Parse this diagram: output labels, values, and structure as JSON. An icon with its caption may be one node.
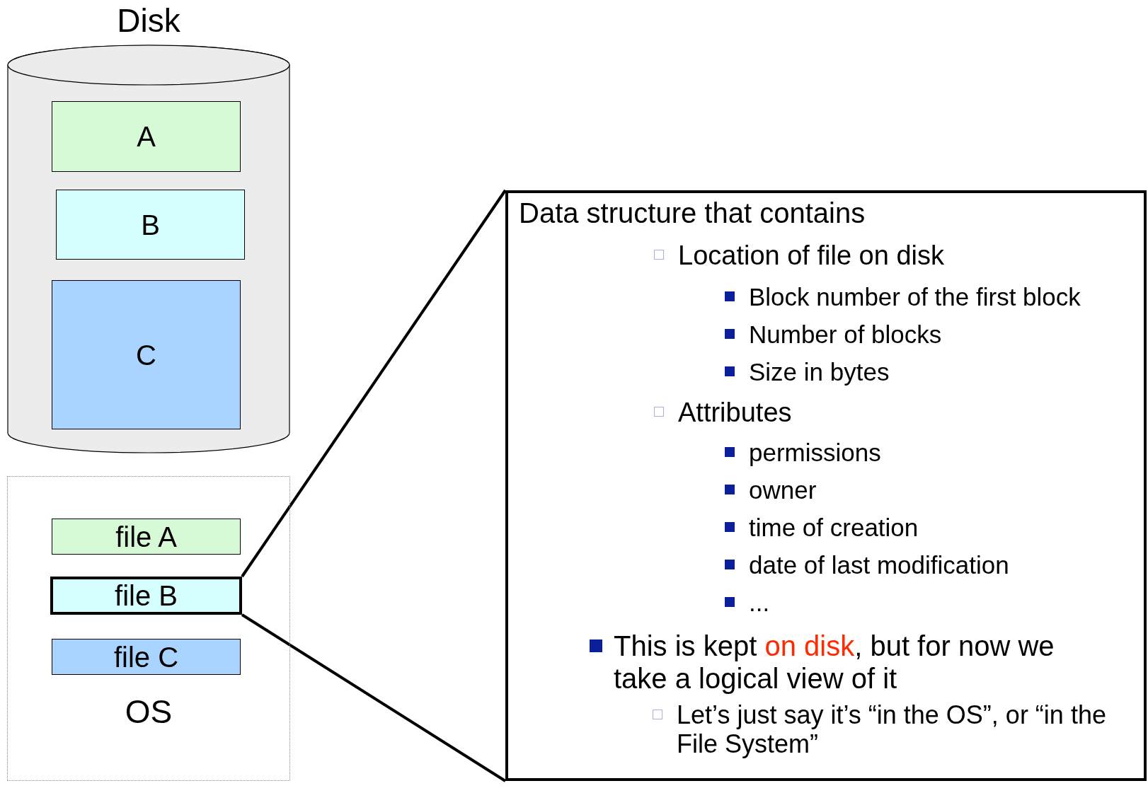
{
  "diagram": {
    "nodes": [
      {
        "text": [
          "Disk"
        ]
      },
      {
        "text": [
          "A"
        ],
        "in": 0
      },
      {
        "text": [
          "B"
        ],
        "in": 0
      },
      {
        "text": [
          "C"
        ],
        "in": 0
      },
      {
        "text": [
          "OS"
        ]
      },
      {
        "text": [
          "file A"
        ],
        "in": 4
      },
      {
        "text": [
          "file B"
        ],
        "in": 4
      },
      {
        "text": [
          "file C"
        ],
        "in": 4
      },
      {
        "text": [
          "Data structure that contains",
          "Location of file on disk",
          "Block number of the first block",
          "Number of blocks",
          "Size in bytes",
          "Attributes",
          "permissions",
          "owner",
          "time of creation",
          "date of last modification",
          "...",
          "This is kept **on disk**, but for now we take a logical view of it",
          "Let’s just say it’s “in the OS”, or “in the File System”"
        ]
      }
    ],
    "edges": [
      {
        "from": 6,
        "to": 8,
        "arrow": "none"
      },
      {
        "from": 6,
        "to": 8,
        "arrow": "none"
      }
    ]
  }
}
